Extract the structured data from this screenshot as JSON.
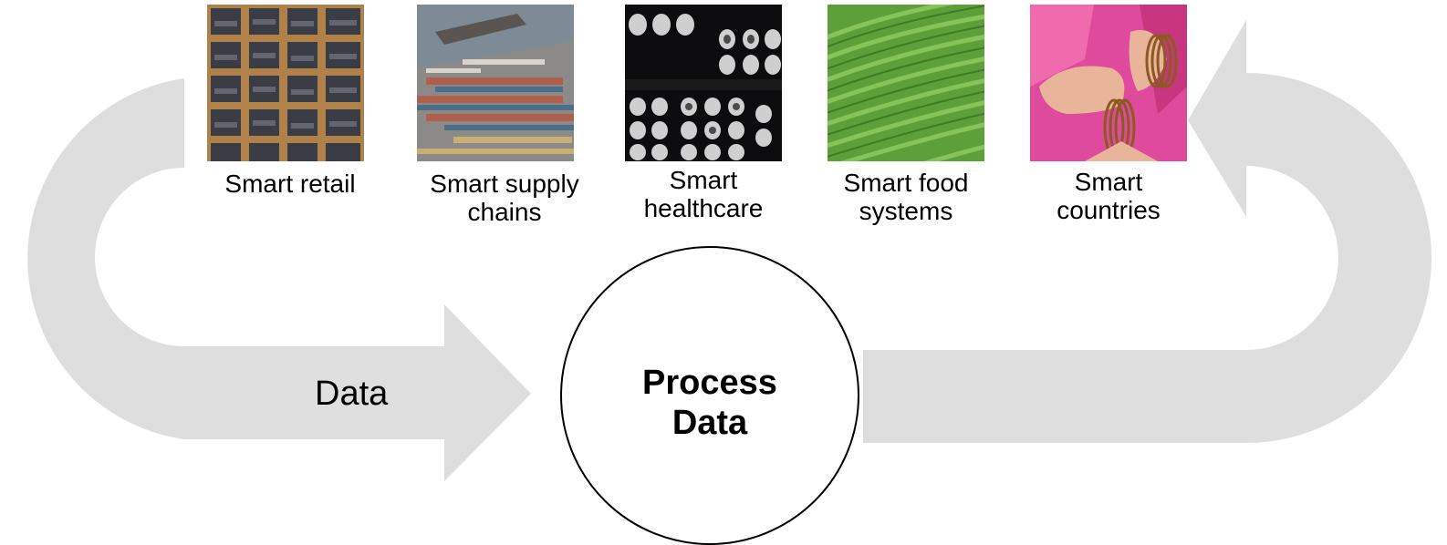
{
  "diagram": {
    "arrow_color": "#dedede",
    "items": [
      {
        "label": "Smart retail",
        "image": "shelving-image"
      },
      {
        "label": "Smart supply\nchains",
        "image": "shipping-port-image"
      },
      {
        "label": "Smart\nhealthcare",
        "image": "brain-scans-image"
      },
      {
        "label": "Smart food\nsystems",
        "image": "rice-terraces-image"
      },
      {
        "label": "Smart\ncountries",
        "image": "bangles-hand-image"
      }
    ],
    "flow_label": "Data",
    "center_label": "Process\nData"
  }
}
